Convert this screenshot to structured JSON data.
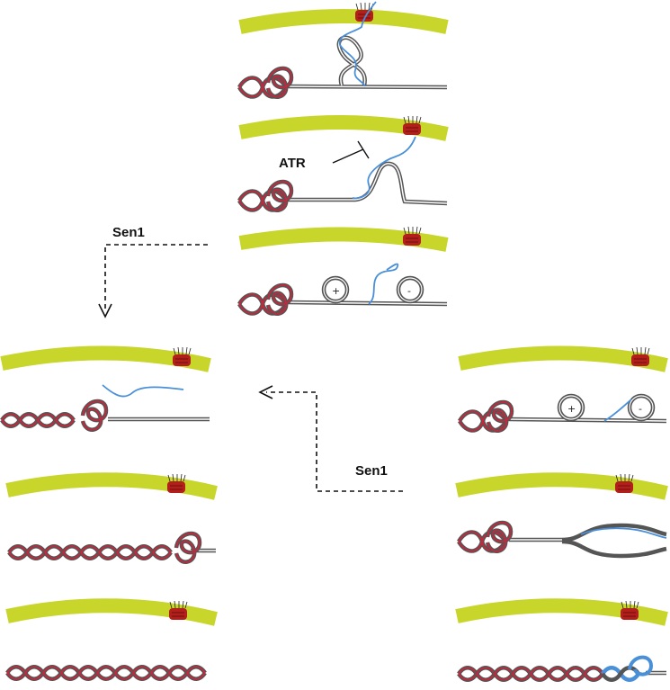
{
  "labels": {
    "atr": "ATR",
    "sen1_top": "Sen1",
    "sen1_right": "Sen1",
    "plus": "+",
    "minus": "-"
  },
  "colors": {
    "membrane": "#c8d52a",
    "pore": "#b3201c",
    "dna_outer": "#555555",
    "dna_inner": "#ffffff",
    "rna": "#4a90d9",
    "helix_red": "#d0233a",
    "arrow": "#111111"
  },
  "icons": {
    "nuclear_pore": "nuclear-pore-icon"
  }
}
